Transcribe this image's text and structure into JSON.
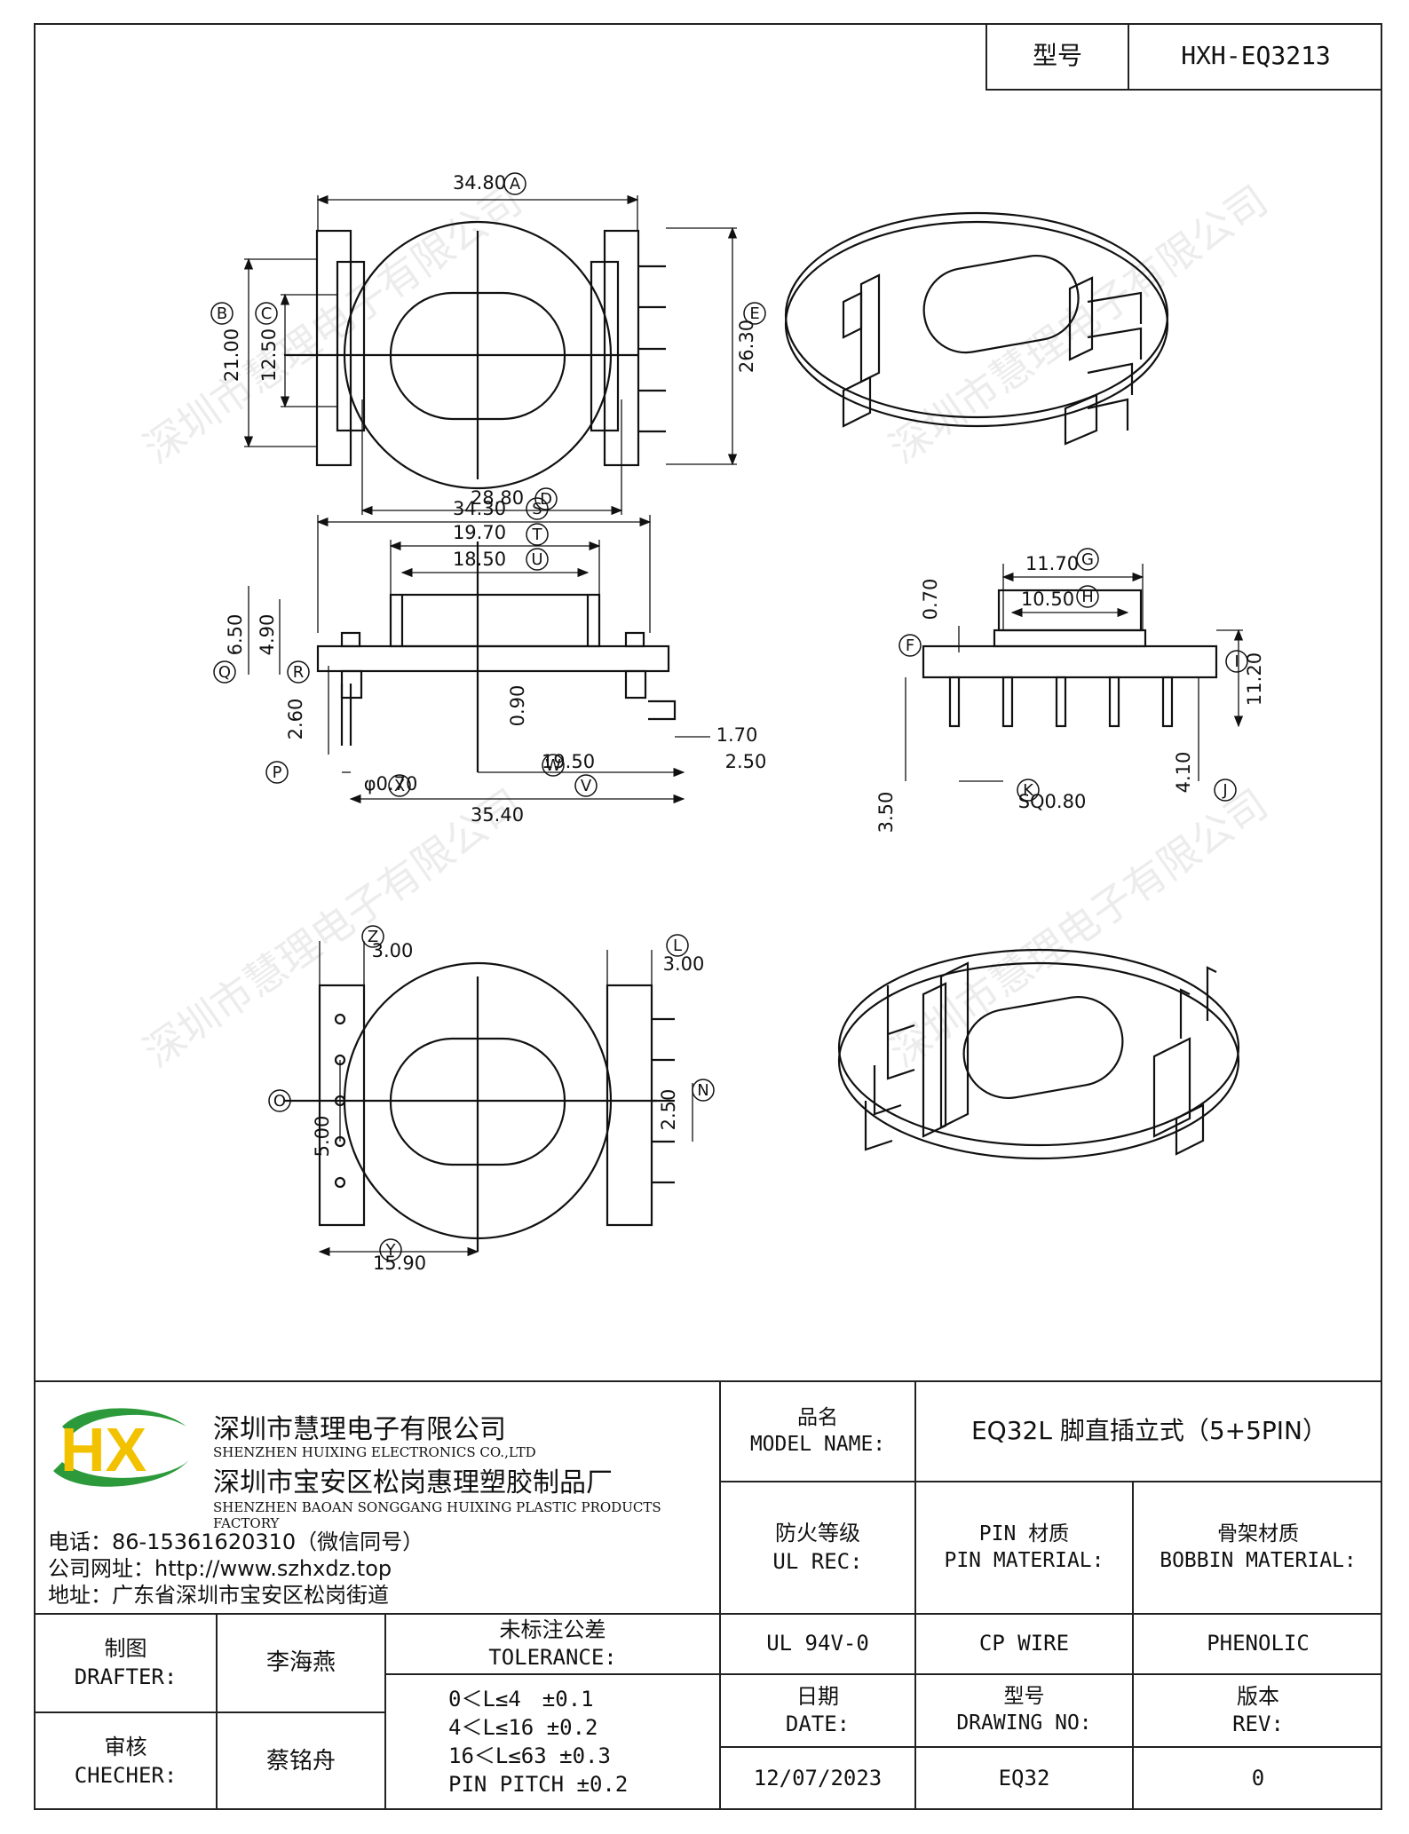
{
  "header": {
    "model_label": "型号",
    "model_value": "HXH-EQ3213"
  },
  "watermark": "深圳市慧理电子有限公司",
  "views": {
    "top": {
      "A": "34.80",
      "B": "21.00",
      "C": "12.50",
      "D": "28.80",
      "E": "26.30"
    },
    "side": {
      "S": "34.30",
      "T": "19.70",
      "U": "18.50",
      "Q": "6.50",
      "R": "4.90",
      "P": "2.60",
      "W": "0.90",
      "X": "φ0.70",
      "V": "19.50",
      "total": "35.40",
      "d1": "1.70",
      "d2": "2.50"
    },
    "end": {
      "F": "0.70",
      "G": "11.70",
      "H": "10.50",
      "I": "11.20",
      "J": "4.10",
      "K": "SQ0.80",
      "d1": "3.50"
    },
    "bottom": {
      "Z": "3.00",
      "L": "3.00",
      "O": "5.00",
      "N": "2.50",
      "Y": "15.90"
    },
    "letters": {
      "A": "A",
      "B": "B",
      "C": "C",
      "D": "D",
      "E": "E",
      "S": "S",
      "T": "T",
      "U": "U",
      "Q": "Q",
      "R": "R",
      "P": "P",
      "W": "W",
      "X": "X",
      "V": "V",
      "F": "F",
      "G": "G",
      "H": "H",
      "I": "I",
      "J": "J",
      "K": "K",
      "Z": "Z",
      "L": "L",
      "O": "O",
      "N": "N",
      "Y": "Y"
    }
  },
  "company": {
    "logo_text": "HX",
    "name_cn": "深圳市慧理电子有限公司",
    "name_en": "SHENZHEN HUIXING ELECTRONICS CO.,LTD",
    "factory_cn": "深圳市宝安区松岗惠理塑胶制品厂",
    "factory_en": "SHENZHEN BAOAN SONGGANG HUIXING PLASTIC PRODUCTS FACTORY",
    "phone": "电话：86-15361620310（微信同号）",
    "website": "公司网址：http://www.szhxdz.top",
    "address": "地址：广东省深圳市宝安区松岗街道"
  },
  "title_block": {
    "model_name_cn": "品名",
    "model_name_en": "MODEL NAME:",
    "model_name_value": "EQ32L 脚直插立式（5+5PIN）",
    "fire_cn": "防火等级",
    "fire_en": "UL REC:",
    "pin_mat_cn": "PIN 材质",
    "pin_mat_en": "PIN MATERIAL:",
    "bobbin_cn": "骨架材质",
    "bobbin_en": "BOBBIN MATERIAL:",
    "fire_value": "UL 94V-0",
    "pin_value": "CP WIRE",
    "bobbin_value": "PHENOLIC",
    "drafter_cn": "制图",
    "drafter_en": "DRAFTER:",
    "drafter_name": "李海燕",
    "checker_cn": "审核",
    "checker_en": "CHECHER:",
    "checker_name": "蔡铭舟",
    "tol_cn": "未标注公差",
    "tol_en": "TOLERANCE:",
    "tol_lines": [
      "0＜L≤4　±0.1",
      "4＜L≤16 ±0.2",
      "16＜L≤63 ±0.3",
      "PIN PITCH ±0.2"
    ],
    "date_cn": "日期",
    "date_en": "DATE:",
    "date_value": "12/07/2023",
    "dwg_cn": "型号",
    "dwg_en": "DRAWING NO:",
    "dwg_value": "EQ32",
    "rev_cn": "版本",
    "rev_en": "REV:",
    "rev_value": "0"
  }
}
